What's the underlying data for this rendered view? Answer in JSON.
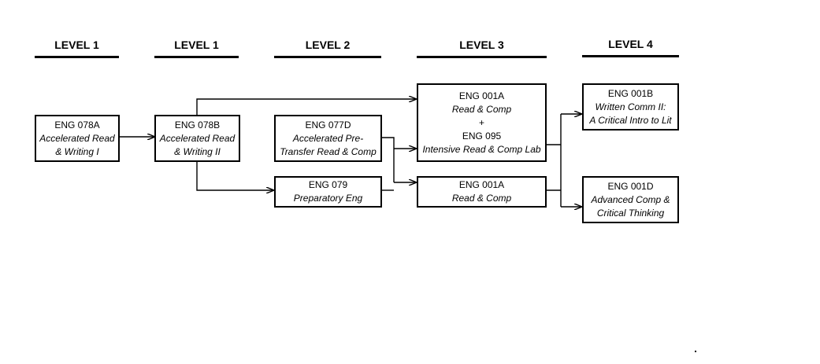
{
  "levels": [
    {
      "label": "LEVEL 1"
    },
    {
      "label": "LEVEL 1"
    },
    {
      "label": "LEVEL 2"
    },
    {
      "label": "LEVEL 3"
    },
    {
      "label": "LEVEL 4"
    }
  ],
  "courses": {
    "eng078a": {
      "code": "ENG 078A",
      "title_line1": "Accelerated Read",
      "title_line2": "& Writing I"
    },
    "eng078b": {
      "code": "ENG 078B",
      "title_line1": "Accelerated Read",
      "title_line2": "& Writing II"
    },
    "eng077d": {
      "code": "ENG 077D",
      "title_line1": "Accelerated Pre-",
      "title_line2": "Transfer Read & Comp"
    },
    "eng079": {
      "code": "ENG 079",
      "title_line1": "Preparatory Eng"
    },
    "eng001a_095": {
      "code1": "ENG 001A",
      "title1": "Read & Comp",
      "plus": "+",
      "code2": "ENG 095",
      "title2": "Intensive Read & Comp Lab"
    },
    "eng001a": {
      "code": "ENG 001A",
      "title_line1": "Read & Comp"
    },
    "eng001b": {
      "code": "ENG 001B",
      "title_line1": "Written Comm II:",
      "title_line2": "A Critical Intro to Lit"
    },
    "eng001d": {
      "code": "ENG 001D",
      "title_line1": "Advanced Comp &",
      "title_line2": "Critical Thinking"
    }
  }
}
